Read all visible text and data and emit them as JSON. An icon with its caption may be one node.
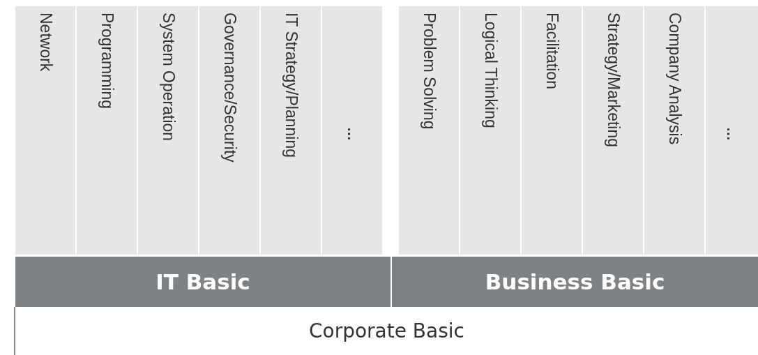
{
  "diagram": {
    "nodes": [
      {
        "text": [
          "Network"
        ]
      },
      {
        "text": [
          "Programming"
        ]
      },
      {
        "text": [
          "System Operation"
        ]
      },
      {
        "text": [
          "Governance/Security"
        ]
      },
      {
        "text": [
          "IT Strategy/Planning"
        ]
      },
      {
        "text": [
          "…"
        ]
      },
      {
        "text": [
          "Problem Solving"
        ]
      },
      {
        "text": [
          "Logical Thinking"
        ]
      },
      {
        "text": [
          "Facilitation"
        ]
      },
      {
        "text": [
          "Strategy/Marketing"
        ]
      },
      {
        "text": [
          "Company Analysis"
        ]
      },
      {
        "text": [
          "…"
        ]
      },
      {
        "text": [
          "IT Basic"
        ]
      },
      {
        "text": [
          "Business Basic"
        ]
      },
      {
        "text": [
          "Corporate Basic"
        ]
      }
    ]
  }
}
